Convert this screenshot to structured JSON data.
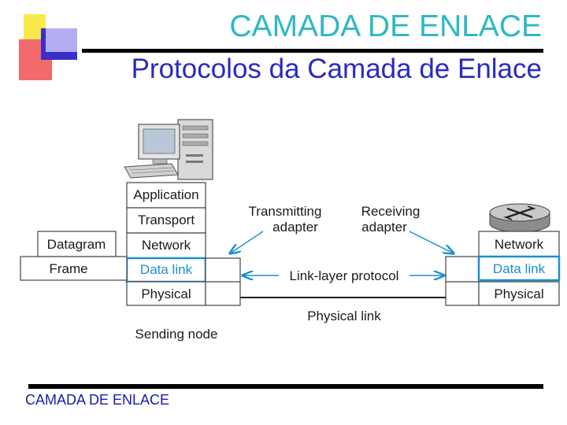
{
  "slide": {
    "title": "CAMADA DE ENLACE",
    "subtitle": "Protocolos da Camada de Enlace",
    "footer": "CAMADA DE ENLACE"
  },
  "diagram": {
    "sending_stack": [
      "Application",
      "Transport",
      "Network",
      "Data link",
      "Physical"
    ],
    "receiving_stack": [
      "Network",
      "Data link",
      "Physical"
    ],
    "side_labels": [
      "Datagram",
      "Frame"
    ],
    "transmitting_adapter": [
      "Transmitting",
      "adapter"
    ],
    "receiving_adapter": [
      "Receiving",
      "adapter"
    ],
    "link_protocol_label": "Link-layer protocol",
    "physical_link_label": "Physical link",
    "sending_node_label": "Sending node",
    "highlight_color": "#1b8fd0"
  }
}
